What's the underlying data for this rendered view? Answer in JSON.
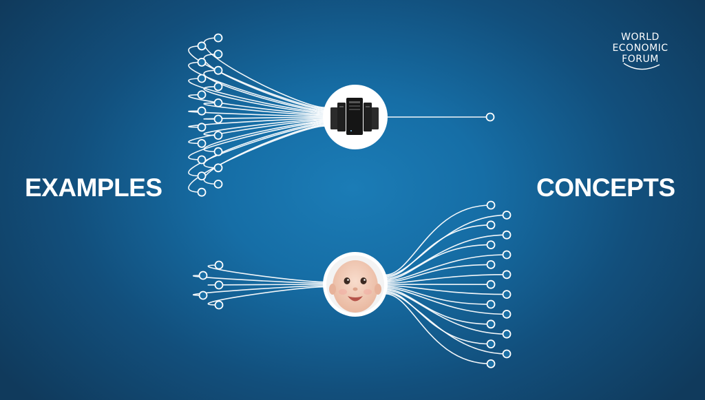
{
  "labels": {
    "left": "EXAMPLES",
    "right": "CONCEPTS"
  },
  "logo": {
    "lines": [
      "WORLD",
      "ECONOMIC",
      "FORUM"
    ]
  },
  "icons": {
    "top_hub": "server-rack-icon",
    "bottom_hub": "baby-face-icon"
  },
  "colors": {
    "background": "#166ea6",
    "lines": "#ffffff",
    "text": "#ffffff"
  }
}
